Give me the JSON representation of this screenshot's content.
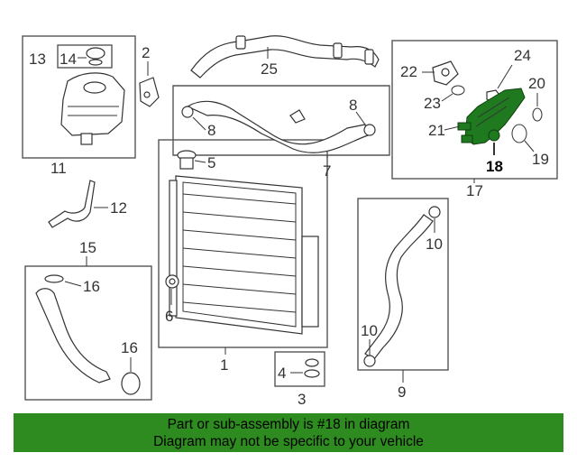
{
  "callouts": {
    "c1": "1",
    "c2": "2",
    "c3": "3",
    "c4": "4",
    "c5": "5",
    "c6": "6",
    "c7": "7",
    "c8a": "8",
    "c8b": "8",
    "c9": "9",
    "c10a": "10",
    "c10b": "10",
    "c11": "11",
    "c12": "12",
    "c13": "13",
    "c14": "14",
    "c15": "15",
    "c16a": "16",
    "c16b": "16",
    "c17": "17",
    "c18": "18",
    "c19": "19",
    "c20": "20",
    "c21": "21",
    "c22": "22",
    "c23": "23",
    "c24": "24",
    "c25": "25"
  },
  "banner": {
    "line1": "Part or sub-assembly is #18 in diagram",
    "line2": "Diagram may not be specific to your vehicle"
  },
  "colors": {
    "banner_bg": "#2e8b1f",
    "highlight": "#1f7a1f"
  },
  "highlighted_part": "18"
}
